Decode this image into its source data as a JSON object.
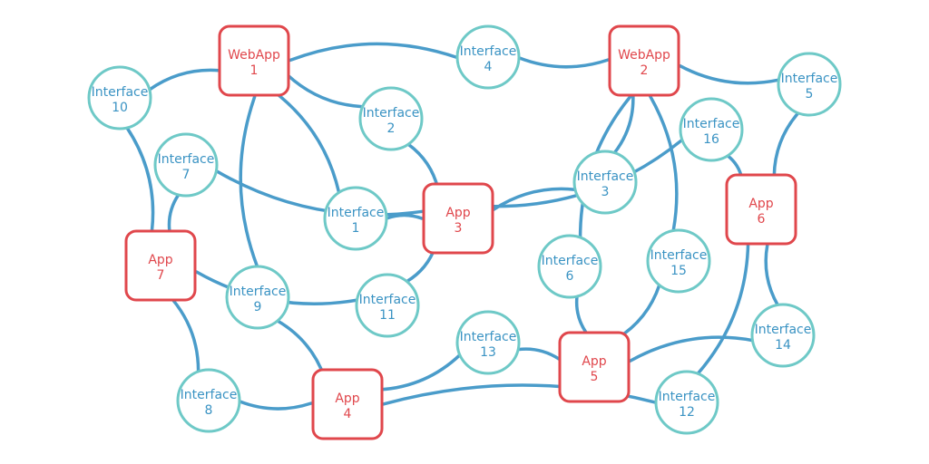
{
  "colors": {
    "edge": "#4a9cca",
    "app_stroke": "#e0474c",
    "app_text": "#e0474c",
    "iface_stroke": "#6ec9c7",
    "iface_text": "#3a93c3"
  },
  "nodes": [
    {
      "id": "webapp1",
      "kind": "app",
      "line1": "WebApp",
      "line2": "1"
    },
    {
      "id": "webapp2",
      "kind": "app",
      "line1": "WebApp",
      "line2": "2"
    },
    {
      "id": "app3",
      "kind": "app",
      "line1": "App",
      "line2": "3"
    },
    {
      "id": "app4",
      "kind": "app",
      "line1": "App",
      "line2": "4"
    },
    {
      "id": "app5",
      "kind": "app",
      "line1": "App",
      "line2": "5"
    },
    {
      "id": "app6",
      "kind": "app",
      "line1": "App",
      "line2": "6"
    },
    {
      "id": "app7",
      "kind": "app",
      "line1": "App",
      "line2": "7"
    },
    {
      "id": "if1",
      "kind": "interface",
      "line1": "Interface",
      "line2": "1"
    },
    {
      "id": "if2",
      "kind": "interface",
      "line1": "Interface",
      "line2": "2"
    },
    {
      "id": "if3",
      "kind": "interface",
      "line1": "Interface",
      "line2": "3"
    },
    {
      "id": "if4",
      "kind": "interface",
      "line1": "Interface",
      "line2": "4"
    },
    {
      "id": "if5",
      "kind": "interface",
      "line1": "Interface",
      "line2": "5"
    },
    {
      "id": "if6",
      "kind": "interface",
      "line1": "Interface",
      "line2": "6"
    },
    {
      "id": "if7",
      "kind": "interface",
      "line1": "Interface",
      "line2": "7"
    },
    {
      "id": "if8",
      "kind": "interface",
      "line1": "Interface",
      "line2": "8"
    },
    {
      "id": "if9",
      "kind": "interface",
      "line1": "Interface",
      "line2": "9"
    },
    {
      "id": "if10",
      "kind": "interface",
      "line1": "Interface",
      "line2": "10"
    },
    {
      "id": "if11",
      "kind": "interface",
      "line1": "Interface",
      "line2": "11"
    },
    {
      "id": "if12",
      "kind": "interface",
      "line1": "Interface",
      "line2": "12"
    },
    {
      "id": "if13",
      "kind": "interface",
      "line1": "Interface",
      "line2": "13"
    },
    {
      "id": "if14",
      "kind": "interface",
      "line1": "Interface",
      "line2": "14"
    },
    {
      "id": "if15",
      "kind": "interface",
      "line1": "Interface",
      "line2": "15"
    },
    {
      "id": "if16",
      "kind": "interface",
      "line1": "Interface",
      "line2": "16"
    }
  ],
  "edges": [
    [
      "webapp1",
      "if10"
    ],
    [
      "webapp1",
      "if4"
    ],
    [
      "webapp1",
      "if2"
    ],
    [
      "webapp1",
      "if1"
    ],
    [
      "webapp1",
      "if9"
    ],
    [
      "webapp2",
      "if4"
    ],
    [
      "webapp2",
      "if5"
    ],
    [
      "webapp2",
      "if3"
    ],
    [
      "webapp2",
      "if6"
    ],
    [
      "webapp2",
      "if15"
    ],
    [
      "app3",
      "if2"
    ],
    [
      "app3",
      "if7"
    ],
    [
      "app3",
      "if1"
    ],
    [
      "app3",
      "if3"
    ],
    [
      "app3",
      "if16"
    ],
    [
      "app3",
      "if11"
    ],
    [
      "app4",
      "if9"
    ],
    [
      "app4",
      "if8"
    ],
    [
      "app4",
      "if13"
    ],
    [
      "app4",
      "if12"
    ],
    [
      "app5",
      "if13"
    ],
    [
      "app5",
      "if6"
    ],
    [
      "app5",
      "if15"
    ],
    [
      "app5",
      "if14"
    ],
    [
      "app6",
      "if16"
    ],
    [
      "app6",
      "if5"
    ],
    [
      "app6",
      "if14"
    ],
    [
      "app6",
      "if12"
    ],
    [
      "app7",
      "if10"
    ],
    [
      "app7",
      "if7"
    ],
    [
      "app7",
      "if11"
    ],
    [
      "app7",
      "if8"
    ]
  ]
}
